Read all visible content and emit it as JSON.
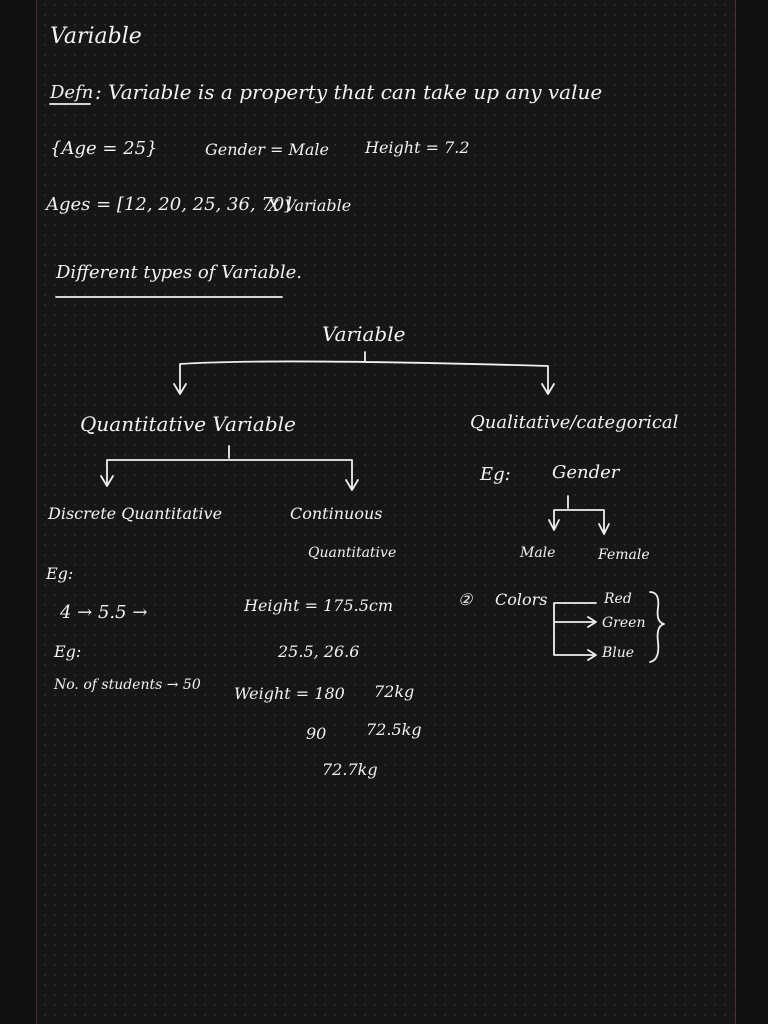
{
  "title": "Variable",
  "definition": {
    "label": "Defn",
    "text": ": Variable is a property that can take up any value"
  },
  "examples": {
    "age": "{Age = 25}",
    "gender": "Gender = Male",
    "height": "Height = 7.2"
  },
  "ages_line": {
    "text": "Ages = [12, 20, 25, 36, 70]",
    "note": "X Variable"
  },
  "subheading": "Different types of Variable.",
  "tree": {
    "root": "Variable",
    "quantitative": "Quantitative Variable",
    "qualitative": "Qualitative/categorical",
    "discrete": "Discrete Quantitative",
    "continuous_line1": "Continuous",
    "continuous_line2": "Quantitative"
  },
  "qualitative_examples": {
    "eg": "Eg:",
    "gender": "Gender",
    "male": "Male",
    "female": "Female",
    "number": "②",
    "colors": "Colors",
    "color_items": [
      "Red",
      "Green",
      "Blue"
    ]
  },
  "discrete_examples": {
    "eg1": "Eg:",
    "arrow_example": "4 → 5.5 →",
    "eg2": "Eg:",
    "students": "No. of students → 50"
  },
  "continuous_examples": {
    "height": "Height = 175.5cm",
    "values": "25.5, 26.6",
    "weight": "Weight = 180",
    "w1": "72kg",
    "w2": "90",
    "w3": "72.5kg",
    "w4": "72.7kg"
  }
}
